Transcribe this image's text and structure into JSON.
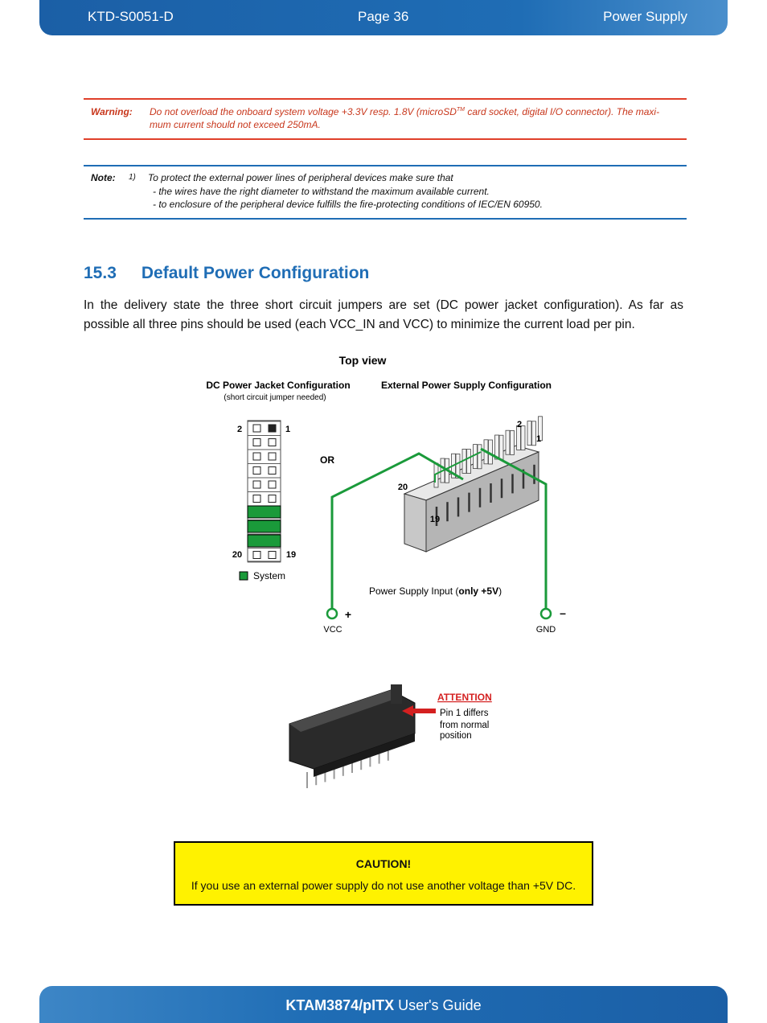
{
  "header": {
    "doc_id": "KTD-S0051-D",
    "page": "Page 36",
    "section": "Power Supply"
  },
  "warning": {
    "label": "Warning:",
    "line1a": "Do not overload the onboard system voltage +3.3V resp. 1.8V (microSD",
    "line1_sup": "TM",
    "line1b": " card socket, digital I/O connector). The maxi-",
    "line2": "mum current should not exceed 250mA."
  },
  "note": {
    "label": "Note:",
    "num": "1)",
    "line1": "To protect the external power lines of peripheral devices make sure that",
    "line2": "- the wires have the right diameter to withstand the maximum available current.",
    "line3": "- to enclosure of the peripheral device fulfills the fire-protecting conditions of IEC/EN 60950."
  },
  "section": {
    "number": "15.3",
    "title": "Default Power Configuration"
  },
  "paragraph": "In the delivery state the three short circuit jumpers are set (DC power jacket configuration). As far as possible all three pins should be used (each VCC_IN and VCC) to minimize the current load per pin.",
  "figure": {
    "top_view": "Top view",
    "dc_title": "DC Power Jacket Configuration",
    "dc_sub": "(short circuit jumper needed)",
    "ext_title": "External Power Supply Configuration",
    "or": "OR",
    "pin_2": "2",
    "pin_1": "1",
    "pin_20": "20",
    "pin_19": "19",
    "legend": "System",
    "psi_a": "Power Supply Input (",
    "psi_b": "only +5V",
    "psi_c": ")",
    "plus": "+",
    "minus": "–",
    "vcc": "VCC",
    "gnd": "GND",
    "green": "#1a9a3a"
  },
  "attention": {
    "title": "ATTENTION",
    "line1": "Pin 1 differs",
    "line2": "from normal",
    "line3": "position",
    "color": "#d42020"
  },
  "caution": {
    "title": "CAUTION!",
    "body": "If you use an external power supply do not use another voltage than +5V DC."
  },
  "footer": {
    "product": "KTAM3874/pITX",
    "suffix": " User's Guide"
  }
}
